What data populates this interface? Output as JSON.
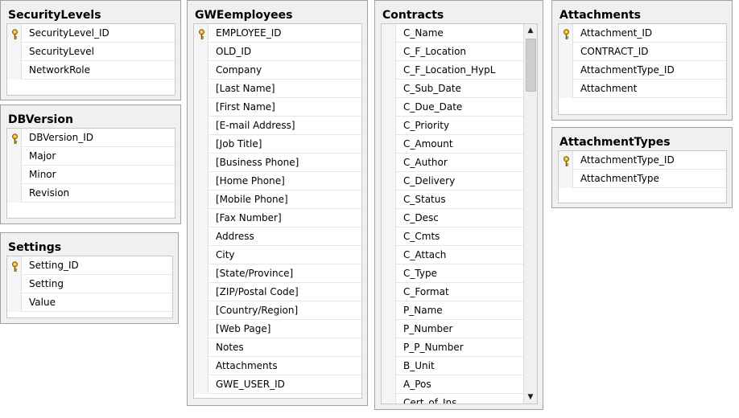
{
  "tables": {
    "securitylevels": {
      "title": "SecurityLevels",
      "columns": [
        "SecurityLevel_ID",
        "SecurityLevel",
        "NetworkRole"
      ]
    },
    "dbversion": {
      "title": "DBVersion",
      "columns": [
        "DBVersion_ID",
        "Major",
        "Minor",
        "Revision"
      ]
    },
    "settings": {
      "title": "Settings",
      "columns": [
        "Setting_ID",
        "Setting",
        "Value"
      ]
    },
    "gweemployees": {
      "title": "GWEemployees",
      "columns": [
        "EMPLOYEE_ID",
        "OLD_ID",
        "Company",
        "[Last Name]",
        "[First Name]",
        "[E-mail Address]",
        "[Job Title]",
        "[Business Phone]",
        "[Home Phone]",
        "[Mobile Phone]",
        "[Fax Number]",
        "Address",
        "City",
        "[State/Province]",
        "[ZIP/Postal Code]",
        "[Country/Region]",
        "[Web Page]",
        "Notes",
        "Attachments",
        "GWE_USER_ID"
      ]
    },
    "contracts": {
      "title": "Contracts",
      "columns": [
        "C_Name",
        "C_F_Location",
        "C_F_Location_HypL",
        "C_Sub_Date",
        "C_Due_Date",
        "C_Priority",
        "C_Amount",
        "C_Author",
        "C_Delivery",
        "C_Status",
        "C_Desc",
        "C_Cmts",
        "C_Attach",
        "C_Type",
        "C_Format",
        "P_Name",
        "P_Number",
        "P_P_Number",
        "B_Unit",
        "A_Pos",
        "Cert_of_Ins"
      ]
    },
    "attachments": {
      "title": "Attachments",
      "columns": [
        "Attachment_ID",
        "CONTRACT_ID",
        "AttachmentType_ID",
        "Attachment"
      ]
    },
    "attachmenttypes": {
      "title": "AttachmentTypes",
      "columns": [
        "AttachmentType_ID",
        "AttachmentType"
      ]
    }
  },
  "icons": {
    "primary_key": "key-icon",
    "scroll_up": "arrow-up-icon",
    "scroll_down": "arrow-down-icon"
  },
  "colors": {
    "panel_bg": "#f0f0f0",
    "border": "#a0a0a0",
    "key_gold": "#c8a000"
  }
}
